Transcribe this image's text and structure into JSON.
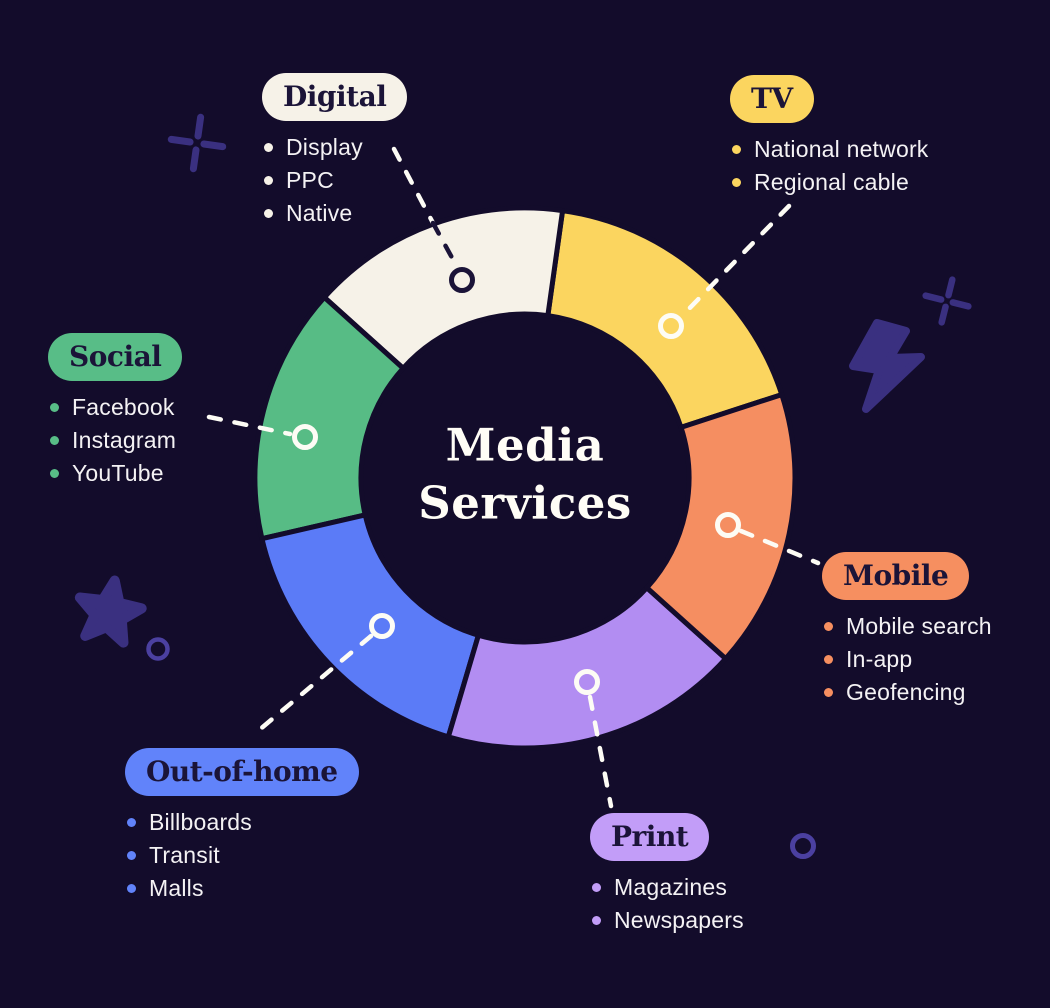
{
  "title": {
    "line1": "Media",
    "line2": "Services"
  },
  "colors": {
    "background": "#130c2b",
    "navy": "#1b1438",
    "white": "#fdfcf5",
    "title_text": "#fffdf6",
    "list_text": "#f4f2f4",
    "decoration": "#3a3080",
    "decoration_ring": "#4b40a0"
  },
  "chart_data": {
    "type": "pie",
    "variant": "donut",
    "title": "Media Services",
    "center_label": "Media Services",
    "legend_position": "around",
    "segments": [
      {
        "id": "tv",
        "label": "TV",
        "color": "#fbd55f",
        "start_angle": 18,
        "end_angle": 82,
        "sweep_degrees": 64,
        "items": [
          "National network",
          "Regional cable"
        ]
      },
      {
        "id": "digital",
        "label": "Digital",
        "color": "#f6f2e8",
        "start_angle": 82,
        "end_angle": 138,
        "sweep_degrees": 56,
        "items": [
          "Display",
          "PPC",
          "Native"
        ]
      },
      {
        "id": "social",
        "label": "Social",
        "color": "#57bc85",
        "start_angle": 138,
        "end_angle": 193,
        "sweep_degrees": 55,
        "items": [
          "Facebook",
          "Instagram",
          "YouTube"
        ]
      },
      {
        "id": "ooh",
        "label": "Out-of-home",
        "color": "#5b7bf7",
        "start_angle": 193,
        "end_angle": 253.5,
        "sweep_degrees": 60.5,
        "items": [
          "Billboards",
          "Transit",
          "Malls"
        ]
      },
      {
        "id": "print",
        "label": "Print",
        "color": "#b28df2",
        "start_angle": 253.5,
        "end_angle": 318,
        "sweep_degrees": 64.5,
        "items": [
          "Magazines",
          "Newspapers"
        ]
      },
      {
        "id": "mobile",
        "label": "Mobile",
        "color": "#f58e61",
        "start_angle": 318,
        "end_angle": 378,
        "sweep_degrees": 60,
        "items": [
          "Mobile search",
          "In-app",
          "Geofencing"
        ]
      }
    ]
  },
  "categories": [
    {
      "id": "digital",
      "label": "Digital",
      "pill_bg": "#f6f2e8",
      "pill_text": "#1b1438",
      "bullet_color": "#f6f2e8",
      "items": [
        "Display",
        "PPC",
        "Native"
      ]
    },
    {
      "id": "tv",
      "label": "TV",
      "pill_bg": "#fbd55f",
      "pill_text": "#1b1438",
      "bullet_color": "#fbd55f",
      "items": [
        "National network",
        "Regional cable"
      ]
    },
    {
      "id": "social",
      "label": "Social",
      "pill_bg": "#58bd87",
      "pill_text": "#1b1438",
      "bullet_color": "#58bd87",
      "items": [
        "Facebook",
        "Instagram",
        "YouTube"
      ]
    },
    {
      "id": "mobile",
      "label": "Mobile",
      "pill_bg": "#f68f60",
      "pill_text": "#1b1438",
      "bullet_color": "#f68f60",
      "items": [
        "Mobile search",
        "In-app",
        "Geofencing"
      ]
    },
    {
      "id": "ooh",
      "label": "Out-of-home",
      "pill_bg": "#6183fa",
      "pill_text": "#1b1438",
      "bullet_color": "#6183fa",
      "items": [
        "Billboards",
        "Transit",
        "Malls"
      ]
    },
    {
      "id": "print",
      "label": "Print",
      "pill_bg": "#c29df8",
      "pill_text": "#1b1438",
      "bullet_color": "#c29df8",
      "items": [
        "Magazines",
        "Newspapers"
      ]
    }
  ],
  "decorations": [
    "sparkle-icon",
    "sparkle-icon",
    "lightning-bolt-icon",
    "star-icon",
    "ring-icon",
    "ring-icon"
  ]
}
